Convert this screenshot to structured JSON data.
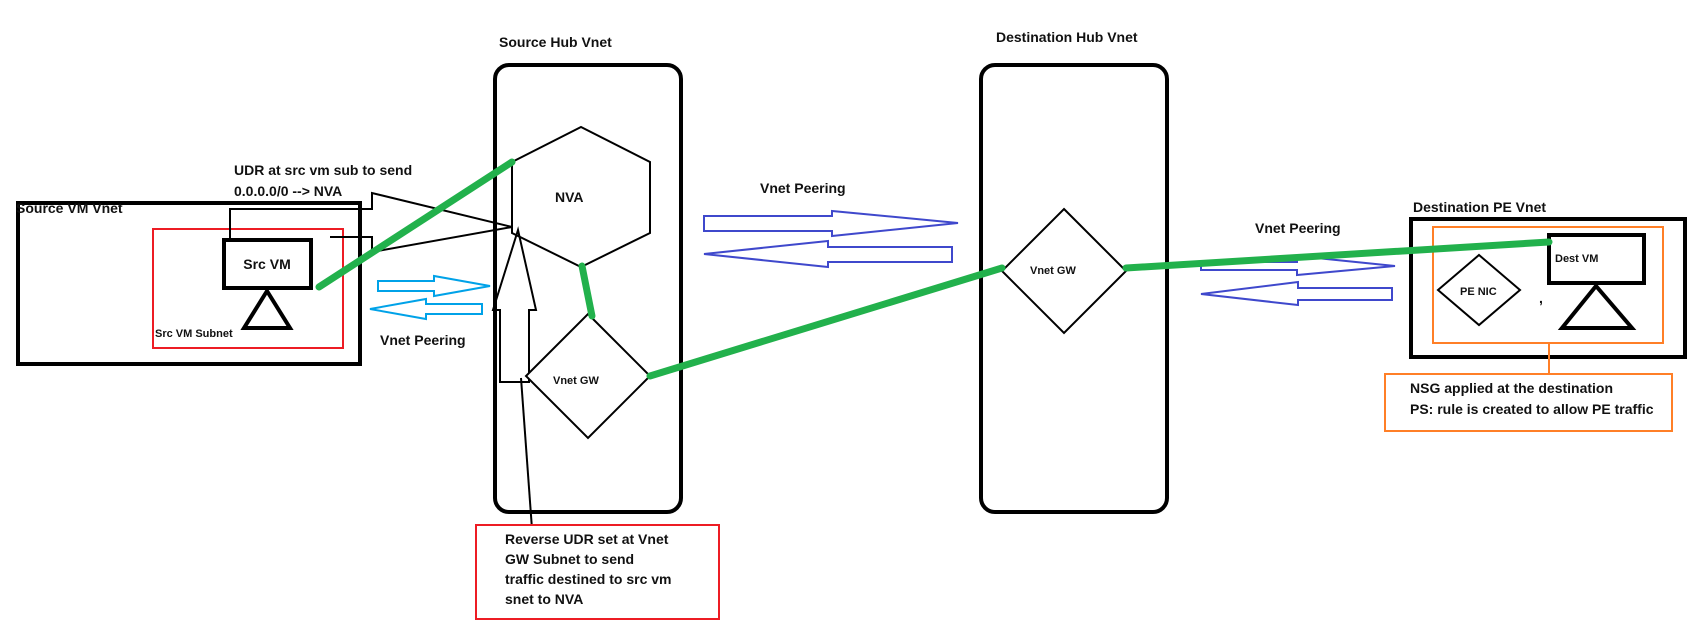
{
  "labels": {
    "source_vm_vnet": "Source VM Vnet",
    "src_vm": "Src VM",
    "src_vm_subnet": "Src VM Subnet",
    "udr_note_line1": "UDR at src vm sub to send",
    "udr_note_line2": "0.0.0.0/0 --> NVA",
    "source_hub_vnet": "Source Hub Vnet",
    "nva": "NVA",
    "vnet_gw_source": "Vnet GW",
    "vnet_peering_left": "Vnet Peering",
    "vnet_peering_middle": "Vnet Peering",
    "vnet_peering_right": "Vnet Peering",
    "destination_hub_vnet": "Destination Hub Vnet",
    "vnet_gw_destination": "Vnet GW",
    "destination_pe_vnet": "Destination PE Vnet",
    "pe_nic": "PE NIC",
    "dest_vm": "Dest VM",
    "comma": ",",
    "nsg_note_line1": "NSG applied at the destination",
    "nsg_note_line2": "PS: rule is created to allow PE traffic",
    "reverse_udr_line1": "Reverse UDR set at Vnet",
    "reverse_udr_line2": "GW Subnet to send",
    "reverse_udr_line3": "traffic destined to src vm",
    "reverse_udr_line4": "snet to NVA"
  },
  "colors": {
    "box": "#000000",
    "path": "#22b14c",
    "peering_arrow": "#3f48cc",
    "peering_arrow_light": "#00a2e8",
    "subnet_border": "#ed1c24",
    "pe_border": "#ff7f27"
  }
}
